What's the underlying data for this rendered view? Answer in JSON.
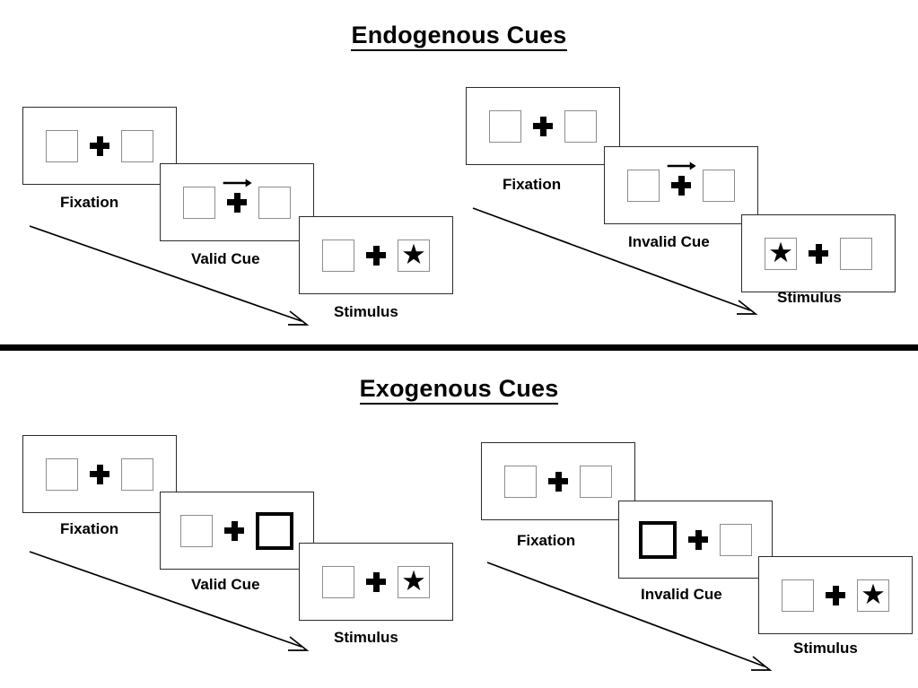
{
  "sections": [
    {
      "id": "endogenous",
      "title": "Endogenous Cues",
      "cue_type": "arrow",
      "sequences": [
        {
          "id": "valid",
          "cue_label": "Valid Cue",
          "frames": [
            {
              "label": "Fixation",
              "left_box": "empty",
              "right_box": "empty",
              "cue": "none"
            },
            {
              "label": "Valid Cue",
              "left_box": "empty",
              "right_box": "empty",
              "cue": "arrow-right"
            },
            {
              "label": "Stimulus",
              "left_box": "empty",
              "right_box": "star",
              "cue": "none"
            }
          ]
        },
        {
          "id": "invalid",
          "cue_label": "Invalid Cue",
          "frames": [
            {
              "label": "Fixation",
              "left_box": "empty",
              "right_box": "empty",
              "cue": "none"
            },
            {
              "label": "Invalid Cue",
              "left_box": "empty",
              "right_box": "empty",
              "cue": "arrow-right"
            },
            {
              "label": "Stimulus",
              "left_box": "star",
              "right_box": "empty",
              "cue": "none"
            }
          ]
        }
      ]
    },
    {
      "id": "exogenous",
      "title": "Exogenous Cues",
      "cue_type": "box-highlight",
      "sequences": [
        {
          "id": "valid",
          "cue_label": "Valid Cue",
          "frames": [
            {
              "label": "Fixation",
              "left_box": "empty",
              "right_box": "empty",
              "cue": "none"
            },
            {
              "label": "Valid Cue",
              "left_box": "empty",
              "right_box": "cued",
              "cue": "none"
            },
            {
              "label": "Stimulus",
              "left_box": "empty",
              "right_box": "star",
              "cue": "none"
            }
          ]
        },
        {
          "id": "invalid",
          "cue_label": "Invalid Cue",
          "frames": [
            {
              "label": "Fixation",
              "left_box": "empty",
              "right_box": "empty",
              "cue": "none"
            },
            {
              "label": "Invalid Cue",
              "left_box": "cued",
              "right_box": "empty",
              "cue": "none"
            },
            {
              "label": "Stimulus",
              "left_box": "empty",
              "right_box": "star",
              "cue": "none"
            }
          ]
        }
      ]
    }
  ],
  "glyphs": {
    "star": "★",
    "fixation_cross": "plus-cross",
    "cue_arrow": "arrow-right-icon",
    "flow_arrow": "diagonal-arrow-icon"
  },
  "colors": {
    "background": "#ffffff",
    "frame_border": "#2b2b2b",
    "box_border": "#8d8d8d",
    "cue_border": "#000000",
    "text": "#000000",
    "divider": "#000000"
  }
}
